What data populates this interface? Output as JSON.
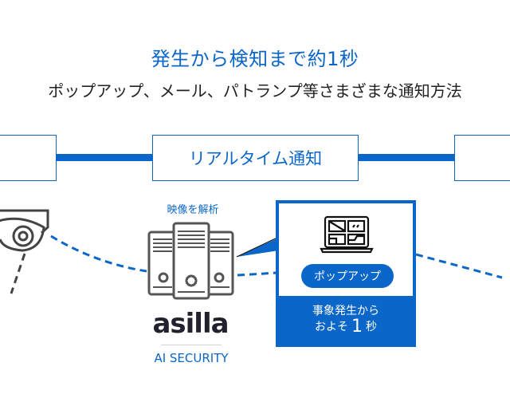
{
  "header": {
    "title": "発生から検知まで約1秒",
    "subtitle": "ポップアップ、メール、パトランプ等さまざまな通知方法"
  },
  "stages": [
    {
      "label": "",
      "partially_visible": true
    },
    {
      "label": "リアルタイム通知"
    },
    {
      "label": "",
      "partially_visible": true
    }
  ],
  "analysis": {
    "label": "映像を解析",
    "logo_text": "asilla",
    "logo_subtext": "AI SECURITY"
  },
  "popup": {
    "button_label": "ポップアップ",
    "footer_line1": "事象発生から",
    "footer_prefix": "およそ",
    "footer_number": "1",
    "footer_suffix": "秒"
  },
  "icons": [
    "dome-camera-icon",
    "server-icon",
    "laptop-monitor-icon"
  ],
  "colors": {
    "accent": "#0a66c8",
    "icon_stroke": "#555555",
    "text_dark": "#222222"
  }
}
